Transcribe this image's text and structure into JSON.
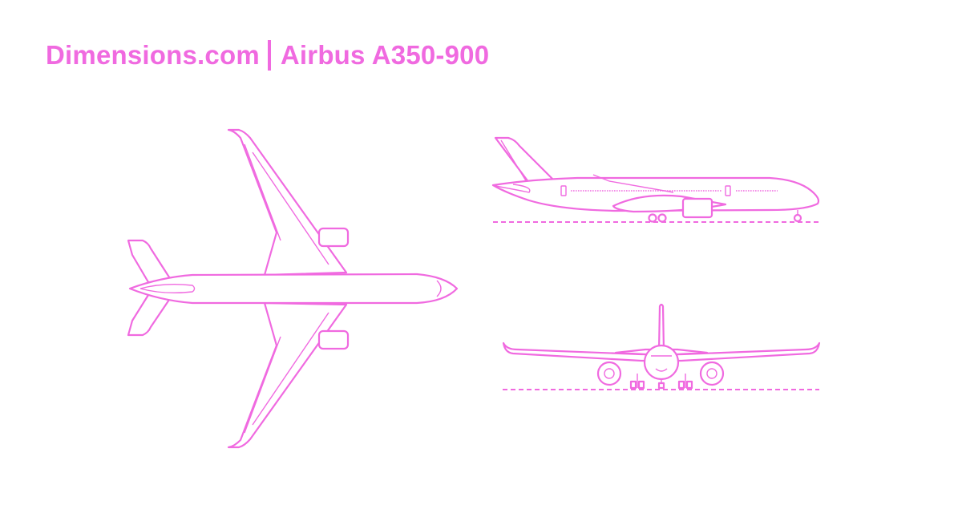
{
  "header": {
    "brand": "Dimensions.com",
    "title": "Airbus A350-900"
  },
  "colors": {
    "accent": "#f06ae0",
    "background": "#ffffff"
  },
  "views": [
    "top-view",
    "side-view",
    "front-view"
  ]
}
